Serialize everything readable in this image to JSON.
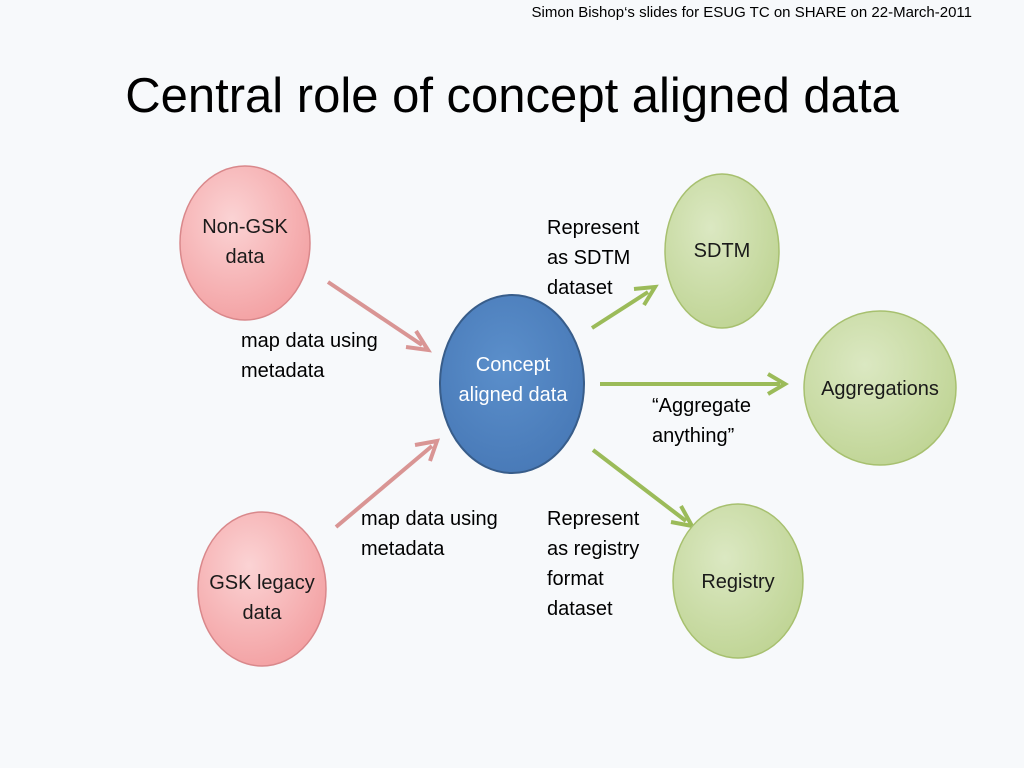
{
  "header": {
    "note": "Simon Bishop‘s slides for ESUG TC on SHARE on 22-March-2011"
  },
  "slide": {
    "title": "Central role of concept aligned data"
  },
  "diagram": {
    "nodes": {
      "non_gsk": {
        "label": "Non-GSK\ndata",
        "fill": "#f4a6a8"
      },
      "gsk_legacy": {
        "label": "GSK legacy\ndata",
        "fill": "#f4a6a8"
      },
      "concept": {
        "label": "Concept\naligned data",
        "fill": "#4f81bd"
      },
      "sdtm": {
        "label": "SDTM",
        "fill": "#c3d69b"
      },
      "aggregations": {
        "label": "Aggregations",
        "fill": "#c3d69b"
      },
      "registry": {
        "label": "Registry",
        "fill": "#c3d69b"
      }
    },
    "edges": {
      "non_gsk_to_concept": "map data using\nmetadata",
      "gsk_legacy_to_concept": "map data using\nmetadata",
      "concept_to_sdtm": "Represent\nas SDTM\ndataset",
      "concept_to_aggregations": "“Aggregate\nanything”",
      "concept_to_registry": "Represent\nas registry\nformat\ndataset"
    },
    "colors": {
      "incoming_arrow": "#d99594",
      "outgoing_arrow": "#9bbb59"
    }
  }
}
